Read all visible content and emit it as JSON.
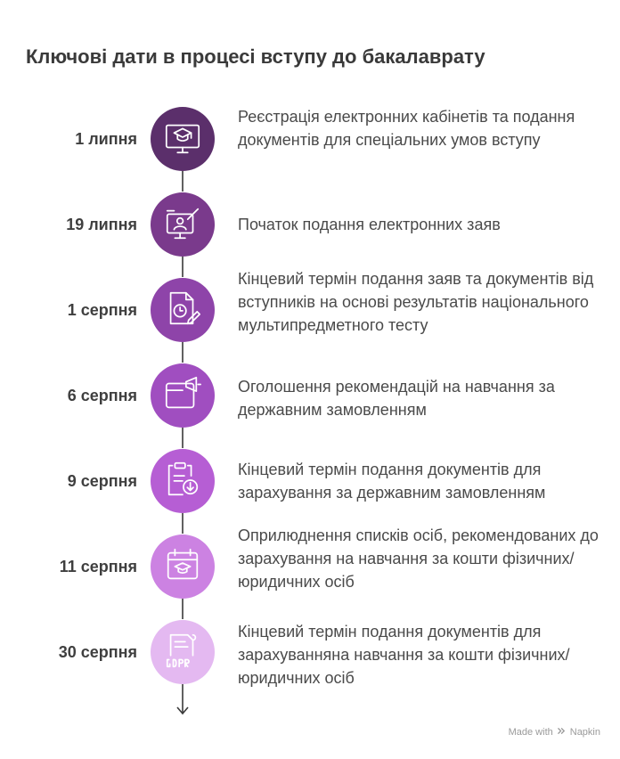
{
  "title": "Ключові дати в процесі вступу до бакалаврату",
  "steps": [
    {
      "date": "1 липня",
      "text": "Реєстрація електронних кабінетів та подання документів для спеціальних умов вступу",
      "icon": "graduation-monitor-icon",
      "color": "#5b2f6b"
    },
    {
      "date": "19 липня",
      "text": "Початок подання електронних заяв",
      "icon": "online-presentation-icon",
      "color": "#7a3a8c"
    },
    {
      "date": "1 серпня",
      "text": "Кінцевий термін подання заяв та документів від вступників на основі результатів національного мультипредметного тесту",
      "icon": "document-clock-icon",
      "color": "#8e44a9"
    },
    {
      "date": "6 серпня",
      "text": "Оголошення рекомендацій на навчання за державним замовленням",
      "icon": "announcement-window-icon",
      "color": "#a04ec0"
    },
    {
      "date": "9 серпня",
      "text": "Кінцевий термін подання документів для зарахування за державним замовленням",
      "icon": "clipboard-download-icon",
      "color": "#b65ed4"
    },
    {
      "date": "11 серпня",
      "text": "Оприлюднення списків осіб, рекомендованих до зарахування на навчання за кошти фізичних/юридичних осіб",
      "icon": "calendar-graduation-icon",
      "color": "#cc82e2"
    },
    {
      "date": "30 серпня",
      "text": "Кінцевий термін подання документів для зарахуванняна навчання за кошти фізичних/юридичних осіб",
      "icon": "gdpr-document-icon",
      "color": "#e4b9f1"
    }
  ],
  "footer": {
    "made_with": "Made with",
    "brand": "Napkin"
  }
}
